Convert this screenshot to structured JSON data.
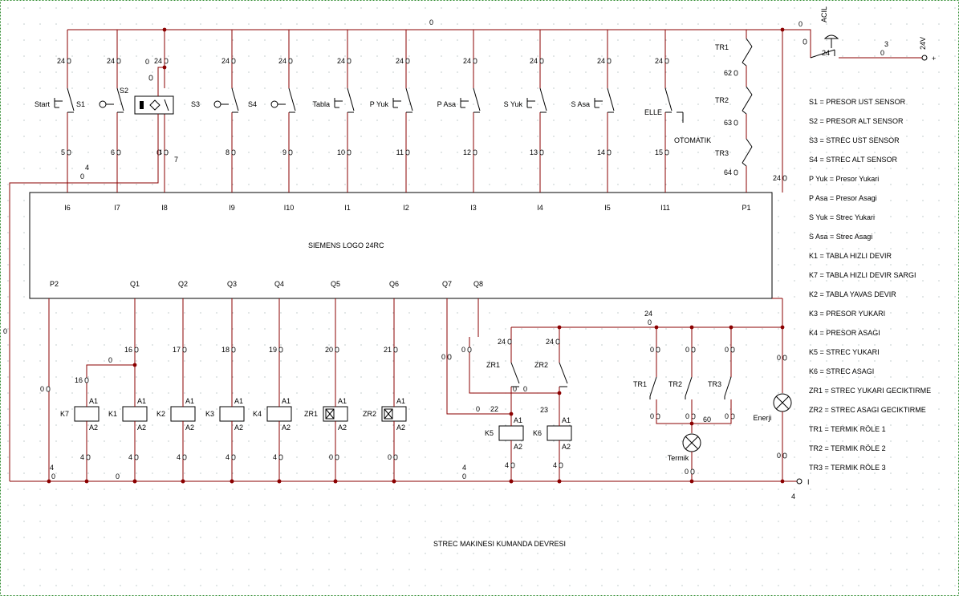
{
  "title": "STREC MAKINESI KUMANDA DEVRESI",
  "plc_label": "SIEMENS LOGO 24RC",
  "colors": {
    "wire": "#8b0000",
    "ink": "#000000",
    "border": "#2e8b2e",
    "background": "#ffffff"
  },
  "inputs": [
    {
      "name": "Start",
      "sym": "pb",
      "top": "24",
      "bot": "5",
      "terminal": "I6"
    },
    {
      "name": "S1",
      "sym": "prox",
      "top": "24",
      "bot": "6",
      "terminal": "I7"
    },
    {
      "name": "S2",
      "sym": "sensor",
      "top": "24",
      "bot": "4",
      "terminal": "I8"
    },
    {
      "name": "S3",
      "sym": "prox",
      "top": "24",
      "bot": "8",
      "terminal": "I9"
    },
    {
      "name": "S4",
      "sym": "prox",
      "top": "24",
      "bot": "9",
      "terminal": "I10"
    },
    {
      "name": "Tabla",
      "sym": "pb",
      "top": "24",
      "bot": "10",
      "terminal": "I1"
    },
    {
      "name": "P Yuk",
      "sym": "pb",
      "top": "24",
      "bot": "11",
      "terminal": "I2"
    },
    {
      "name": "P Asa",
      "sym": "pb",
      "top": "24",
      "bot": "12",
      "terminal": "I3"
    },
    {
      "name": "S Yuk",
      "sym": "pb",
      "top": "24",
      "bot": "13",
      "terminal": "I4"
    },
    {
      "name": "S Asa",
      "sym": "pb",
      "top": "24",
      "bot": "14",
      "terminal": "I5"
    },
    {
      "name": "ELLE",
      "sym": "selector",
      "top": "24",
      "bot": "15",
      "terminal": "I11"
    }
  ],
  "thermal_chain": [
    {
      "name": "TR1",
      "after": "62"
    },
    {
      "name": "TR2",
      "after": "63"
    },
    {
      "name": "TR3",
      "after": "64"
    }
  ],
  "plc_outputs": {
    "p2": "P2",
    "q": [
      "Q1",
      "Q2",
      "Q3",
      "Q4",
      "Q5",
      "Q6",
      "Q7",
      "Q8"
    ],
    "p1": "P1"
  },
  "coils": [
    {
      "name": "K7",
      "type": "relay",
      "top_node": "16",
      "bot_node": "4"
    },
    {
      "name": "K1",
      "type": "relay",
      "top_node": "16",
      "bot_node": "4"
    },
    {
      "name": "K2",
      "type": "relay",
      "top_node": "17",
      "bot_node": "4"
    },
    {
      "name": "K3",
      "type": "relay",
      "top_node": "18",
      "bot_node": "4"
    },
    {
      "name": "K4",
      "type": "relay",
      "top_node": "19",
      "bot_node": "4"
    },
    {
      "name": "ZR1",
      "type": "timer",
      "top_node": "20",
      "bot_node": "0"
    },
    {
      "name": "ZR2",
      "type": "timer",
      "top_node": "21",
      "bot_node": "0"
    },
    {
      "name": "K5",
      "type": "relay",
      "top_node": "22",
      "bot_node": "4"
    },
    {
      "name": "K6",
      "type": "relay",
      "top_node": "23",
      "bot_node": "4"
    }
  ],
  "zr_contacts": [
    "ZR1",
    "ZR2"
  ],
  "tr_contacts": [
    "TR1",
    "TR2",
    "TR3"
  ],
  "lamps": {
    "termik": "Termik",
    "enerji": "Enerji"
  },
  "emergency": {
    "label": "ACIL",
    "supply": "24V"
  },
  "coil_pins": {
    "a1": "A1",
    "a2": "A2"
  },
  "selector_mode": "OTOMATIK",
  "nets": {
    "n0": "0",
    "n3": "3",
    "n4": "4",
    "n7": "7",
    "n24": "24",
    "n16": "16",
    "n22": "22",
    "n23": "23",
    "n60": "60",
    "plus": "+",
    "minus": "I"
  },
  "legend": [
    "S1 = PRESOR UST SENSOR",
    "S2 = PRESOR ALT SENSOR",
    "S3 = STREC UST SENSOR",
    "S4 = STREC ALT SENSOR",
    "P Yuk = Presor Yukari",
    "P Asa = Presor Asagi",
    "S Yuk = Strec Yukari",
    "S Asa = Strec Asagi",
    "K1 = TABLA HIZLI DEVIR",
    "K7 = TABLA HIZLI DEVIR SARGI",
    "K2 = TABLA YAVAS DEVIR",
    "K3 = PRESOR YUKARI",
    "K4 = PRESOR ASAGI",
    "K5 = STREC YUKARI",
    "K6 = STREC ASAGI",
    "ZR1 = STREC YUKARI GECIKTIRME",
    "ZR2 = STREC ASAGI GECIKTIRME",
    "TR1 = TERMIK RÖLE 1",
    "TR2 = TERMIK RÖLE 2",
    "TR3 = TERMIK RÖLE 3"
  ]
}
